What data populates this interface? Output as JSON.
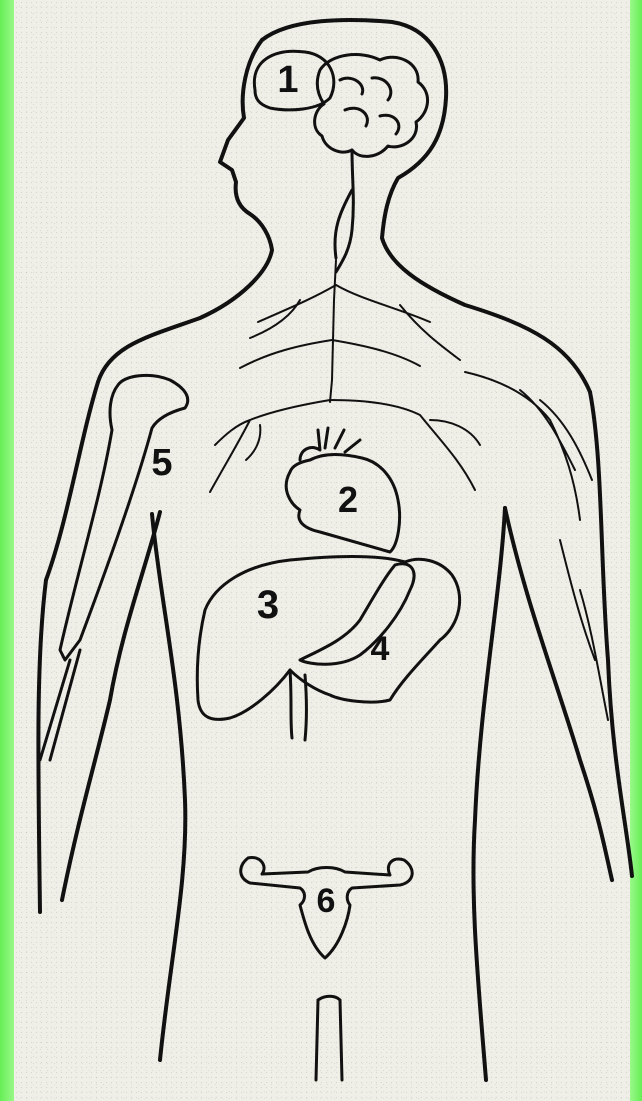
{
  "diagram": {
    "labels": {
      "brain": "1",
      "heart": "2",
      "liver": "3",
      "gallbladder": "4",
      "bone": "5",
      "uterus": "6"
    }
  },
  "colors": {
    "border": "#7ef56a",
    "background": "#efefe8",
    "ink": "#111111"
  }
}
